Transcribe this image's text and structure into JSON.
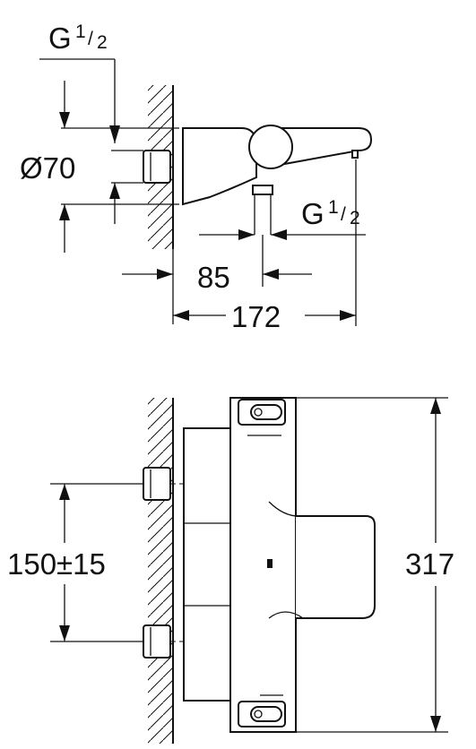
{
  "side_view": {
    "thread_top": {
      "main": "G",
      "num": "1",
      "den": "2"
    },
    "diameter": "Ø70",
    "thread_bottom": {
      "main": "G",
      "num": "1",
      "den": "2"
    },
    "dim_85": "85",
    "dim_172": "172"
  },
  "front_view": {
    "dim_150": "150±15",
    "dim_317": "317"
  }
}
